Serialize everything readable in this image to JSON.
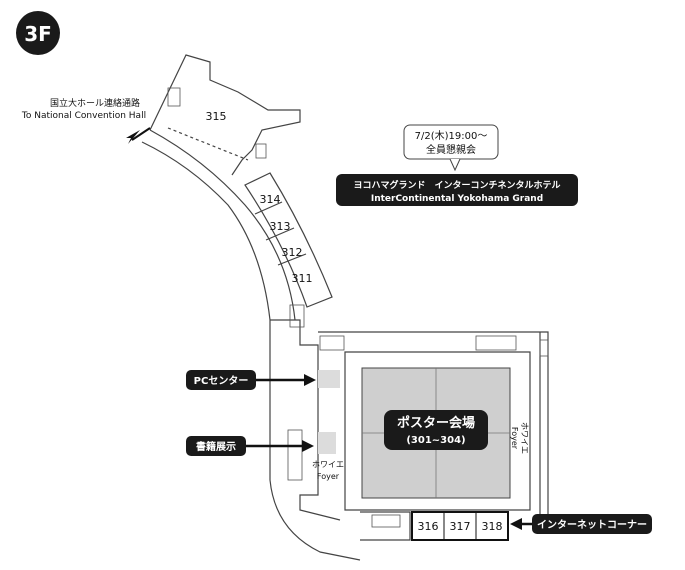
{
  "floor_badge": {
    "label": "3F",
    "color": "#1a1a1a"
  },
  "rooms": {
    "r315": "315",
    "r314": "314",
    "r313": "313",
    "r312": "312",
    "r311": "311",
    "r316": "316",
    "r317": "317",
    "r318": "318"
  },
  "national_link": {
    "label_ja": "国立大ホール連絡通路",
    "label_en": "To National Convention Hall"
  },
  "event_note": {
    "date_time": "7/2(木)19:00～",
    "event": "全員懇親会"
  },
  "hotel": {
    "name_ja": "ヨコハマグランド　インターコンチネンタルホテル",
    "name_en": "InterContinental Yokohama Grand"
  },
  "poster_hall": {
    "title": "ポスター会場",
    "rooms": "(301~304)"
  },
  "foyer_left": {
    "ja": "ホワイエ",
    "en": "Foyer"
  },
  "foyer_right": {
    "ja": "ホワイエ",
    "en": "Foyer"
  },
  "callouts": {
    "pc_center": "PCセンター",
    "book_exhibit": "書籍展示",
    "internet_corner": "インターネットコーナー"
  },
  "colors": {
    "dark": "#1a1a1a",
    "hall_fill": "#cfcfcf",
    "highlight": "#dcdcdc",
    "line": "#444444"
  }
}
